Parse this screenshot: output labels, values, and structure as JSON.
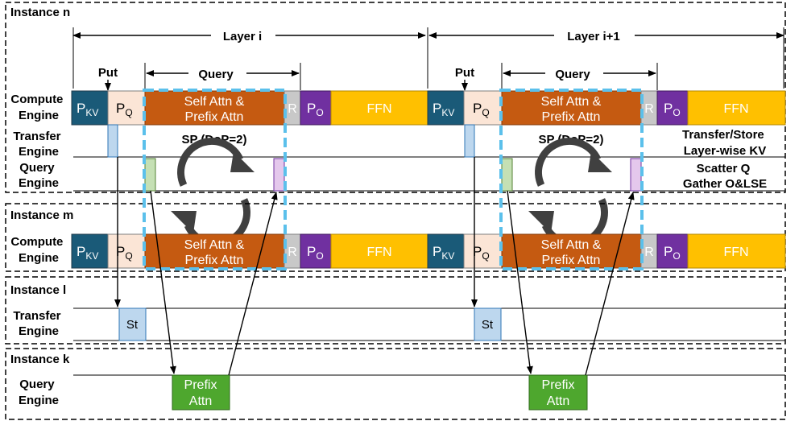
{
  "instances": {
    "n": "Instance n",
    "m": "Instance m",
    "l": "Instance l",
    "k": "Instance k"
  },
  "rows": {
    "compute_line1": "Compute",
    "compute_line2": "Engine",
    "transfer_line1": "Transfer",
    "transfer_line2": "Engine",
    "query_line1": "Query",
    "query_line2": "Engine"
  },
  "layers": [
    "Layer i",
    "Layer i+1"
  ],
  "annotations": {
    "put": "Put",
    "query": "Query",
    "sp": "SP (DoP=2)"
  },
  "blocks": {
    "pkv_main": "P",
    "pkv_sub": "KV",
    "pq_main": "P",
    "pq_sub": "Q",
    "attn_line1": "Self Attn &",
    "attn_line2": "Prefix Attn",
    "r": "R",
    "po_main": "P",
    "po_sub": "O",
    "ffn": "FFN",
    "st": "St",
    "prefix_line1": "Prefix",
    "prefix_line2": "Attn"
  },
  "side_notes": {
    "transfer_line1": "Transfer/Store",
    "transfer_line2": "Layer-wise KV",
    "query_line1": "Scatter  Q",
    "query_line2": "Gather O&LSE"
  },
  "colors": {
    "pkv": "#1a5a78",
    "pq": "#fbe5d6",
    "attn": "#c55a11",
    "r": "#c8c8c8",
    "po": "#7030a0",
    "ffn": "#ffc000",
    "transfer_small": "#bdd7ee",
    "query_green": "#c5e0b4",
    "query_pink": "#e4c8ec",
    "prefix": "#4ea72e",
    "sp_dash": "#5bc0eb"
  }
}
